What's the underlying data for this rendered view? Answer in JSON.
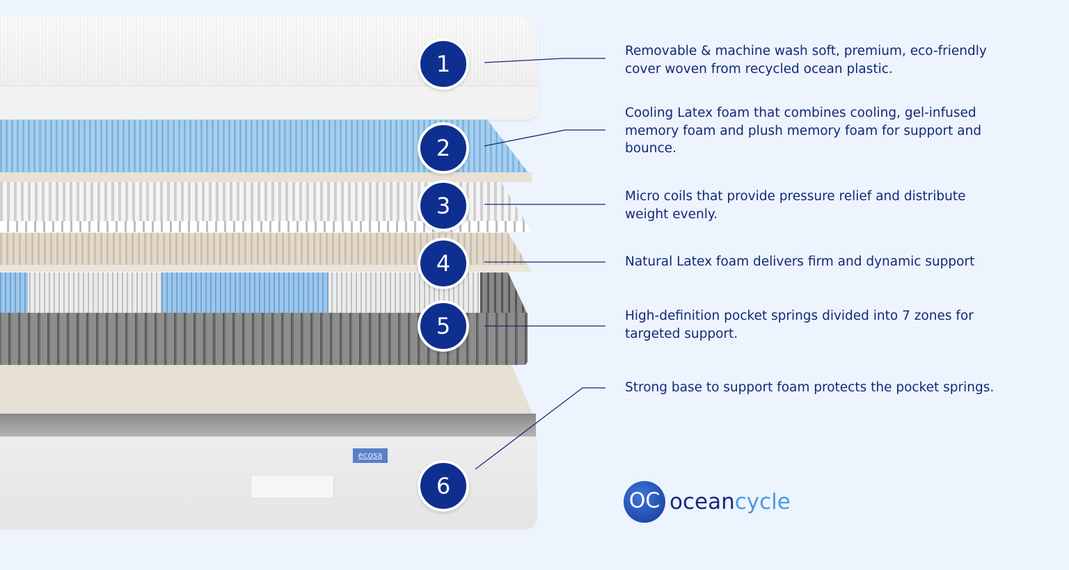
{
  "layers": [
    {
      "number": "1",
      "description": "Removable & machine wash soft, premium, eco-friendly cover woven from recycled ocean plastic."
    },
    {
      "number": "2",
      "description": "Cooling Latex foam that combines cooling, gel-infused memory foam and plush memory foam for support and bounce."
    },
    {
      "number": "3",
      "description": "Micro coils that provide pressure relief and distribute weight evenly."
    },
    {
      "number": "4",
      "description": "Natural Latex foam delivers firm and dynamic support"
    },
    {
      "number": "5",
      "description": "High-definition pocket springs divided into 7 zones for targeted support."
    },
    {
      "number": "6",
      "description": "Strong base to support foam protects the pocket springs."
    }
  ],
  "mattress_tag": "ecosa",
  "logo": {
    "mark": "OC",
    "word_dark": "ocean",
    "word_light": "cycle"
  },
  "colors": {
    "background": "#edf4fd",
    "badge": "#0e2f8f",
    "text": "#122878",
    "logo_light": "#4a9ae8"
  }
}
